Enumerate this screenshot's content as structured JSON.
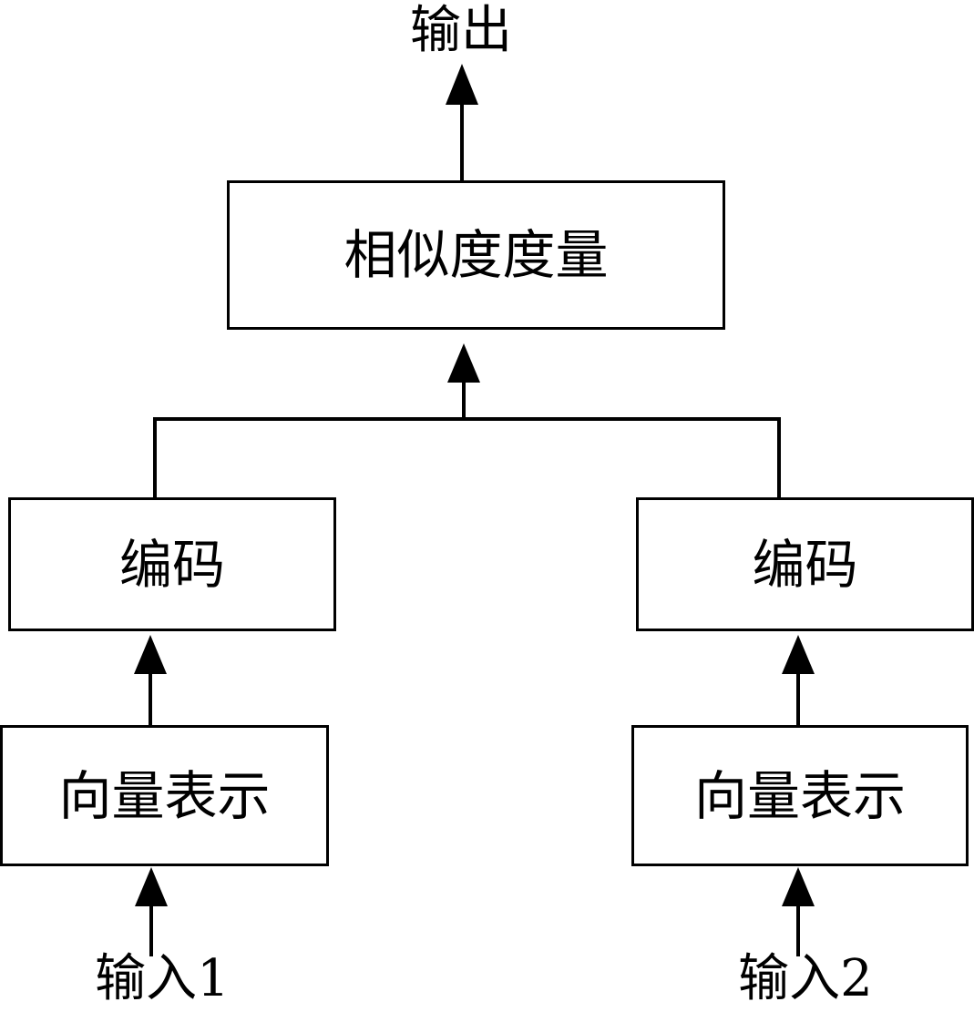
{
  "output": {
    "label": "输出"
  },
  "similarity": {
    "label": "相似度度量"
  },
  "left": {
    "encode_label": "编码",
    "vector_label": "向量表示",
    "input_label": "输入1"
  },
  "right": {
    "encode_label": "编码",
    "vector_label": "向量表示",
    "input_label": "输入2"
  },
  "colors": {
    "stroke": "#000000",
    "background": "#ffffff"
  }
}
